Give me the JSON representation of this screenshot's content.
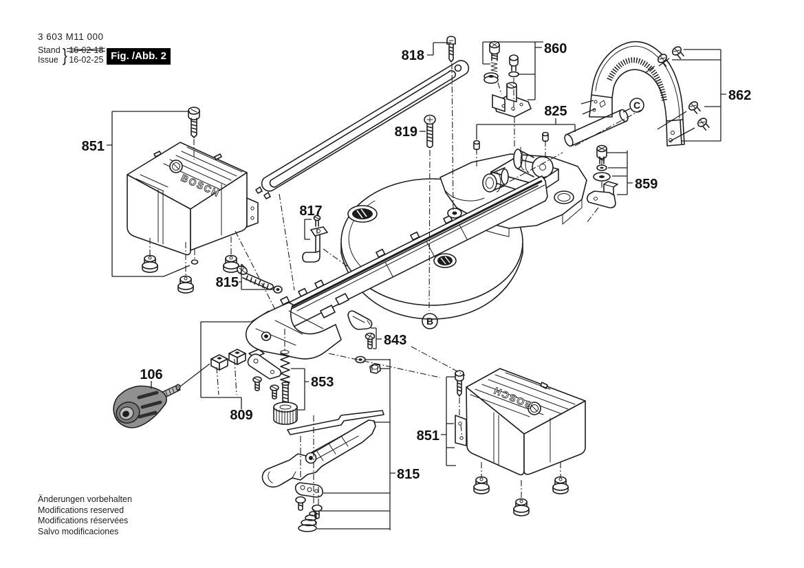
{
  "header": {
    "part_number": "3 603 M11 000",
    "stand_label": "Stand",
    "issue_label": "Issue",
    "brace": "}",
    "stand_date": "16-02-18",
    "issue_date": "16-02-25",
    "figure_label": "Fig. /Abb. 2"
  },
  "footer": {
    "line1": "Änderungen vorbehalten",
    "line2": "Modifications reserved",
    "line3": "Modifications réservées",
    "line4": "Salvo modificaciones"
  },
  "callouts": {
    "cover_left": "851",
    "screw_arm": "818",
    "screw_long": "819",
    "pivot_group": "860",
    "guard": "862",
    "roller_mount": "825",
    "latch_group": "859",
    "hook_bracket": "817",
    "screw_left": "815",
    "clip": "843",
    "spring_knob": "853",
    "nut_group": "809",
    "knob": "106",
    "slide_group": "815",
    "cover_right": "851"
  },
  "view_labels": {
    "b": "B",
    "c": "C"
  },
  "brand": {
    "logo_text": "BOSCH"
  },
  "colors": {
    "line": "#1d1d1d",
    "background": "#ffffff",
    "fig_box_bg": "#000000",
    "fig_box_text": "#ffffff",
    "knob_fill": "#909090"
  }
}
